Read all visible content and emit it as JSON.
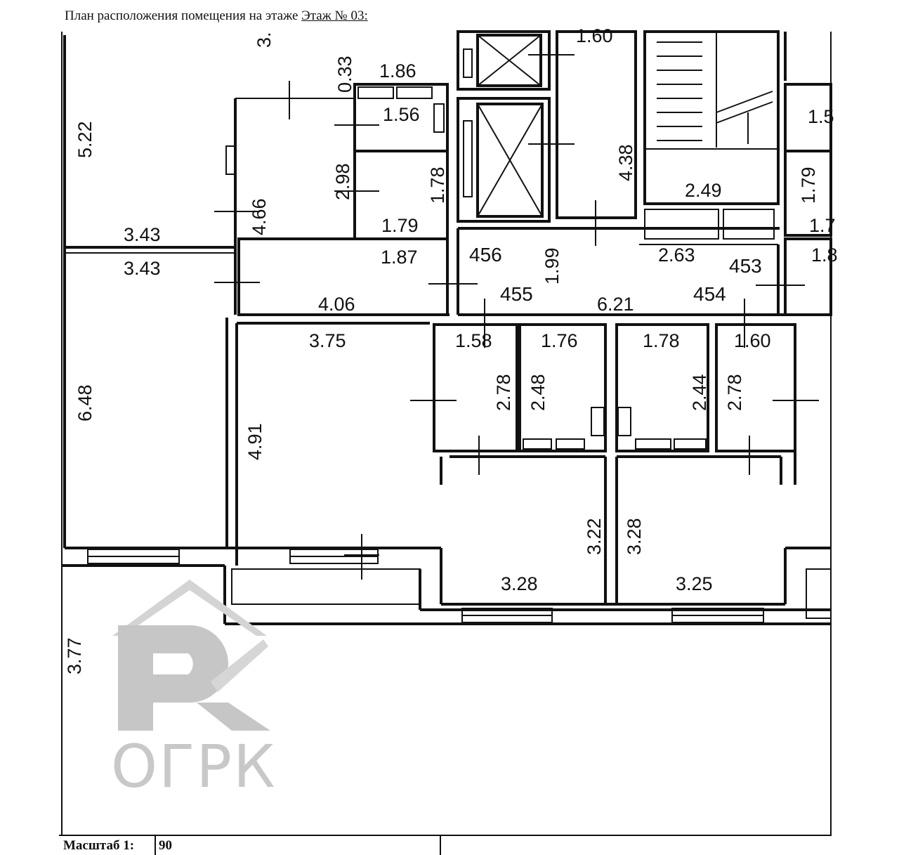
{
  "header": {
    "prefix": "План расположения помещения на этаже",
    "floor": "Этаж № 03:"
  },
  "dimensions": {
    "d_3_top": "3.",
    "d_0_33": "0.33",
    "d_1_86": "1.86",
    "d_1_60_top": "1.60",
    "d_5_22": "5.22",
    "d_1_56": "1.56",
    "d_1_5_right": "1.5",
    "d_2_98": "2.98",
    "d_1_78_v": "1.78",
    "d_4_38": "4.38",
    "d_2_49": "2.49",
    "d_1_79_v": "1.79",
    "d_4_66": "4.66",
    "d_1_79": "1.79",
    "d_1_7_right": "1.7",
    "d_3_43_a": "3.43",
    "d_3_43_b": "3.43",
    "d_1_87": "1.87",
    "d_1_99": "1.99",
    "d_2_63": "2.63",
    "d_1_8_right": "1.8",
    "d_4_06": "4.06",
    "d_6_21": "6.21",
    "d_3_75": "3.75",
    "d_1_58": "1.58",
    "d_1_76": "1.76",
    "d_1_78": "1.78",
    "d_1_60_mid": "1.60",
    "d_6_48": "6.48",
    "d_2_78_a": "2.78",
    "d_2_48": "2.48",
    "d_2_44": "2.44",
    "d_2_78_b": "2.78",
    "d_4_91": "4.91",
    "d_3_22": "3.22",
    "d_3_28_v": "3.28",
    "d_3_28": "3.28",
    "d_3_25": "3.25",
    "d_3_77": "3.77"
  },
  "rooms": {
    "r456": "456",
    "r455": "455",
    "r453": "453",
    "r454": "454"
  },
  "logo": {
    "text": "ОГРК",
    "mark": "РК"
  },
  "footer": {
    "scale_label": "Масштаб 1:",
    "scale_value": "90"
  }
}
